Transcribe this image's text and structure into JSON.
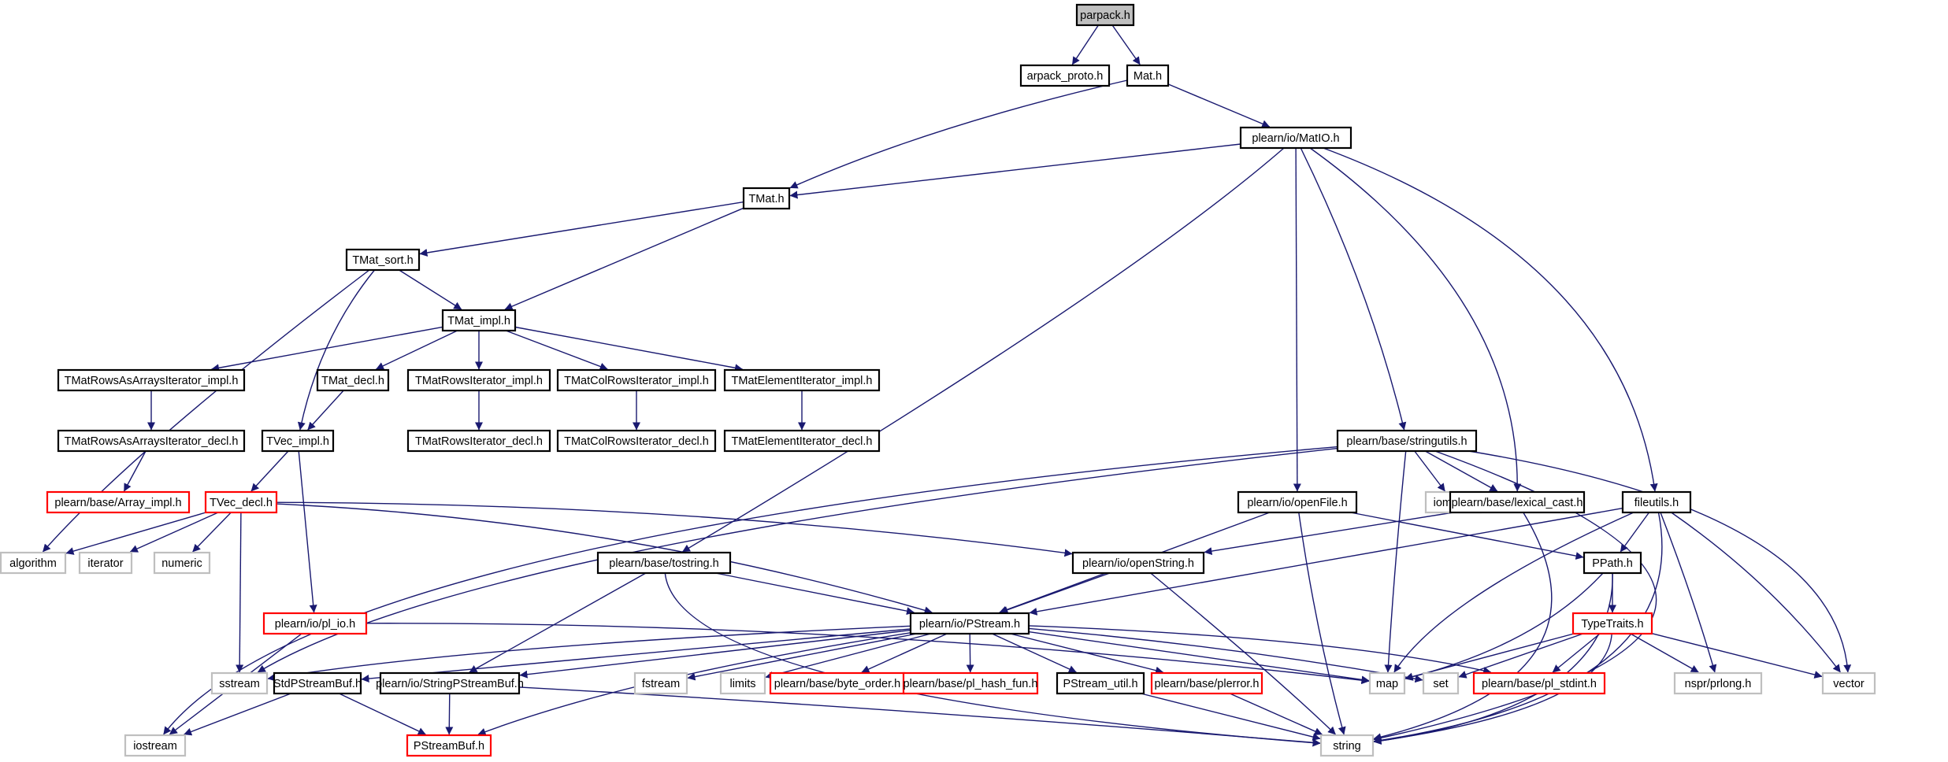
{
  "colors": {
    "edge": "#191970",
    "normal_border": "#000000",
    "missing_border": "#bfbfbf",
    "truncated_border": "#ff0000",
    "root_fill": "#bfbfbf"
  },
  "nodes": [
    {
      "id": "parpack",
      "label": "parpack.h",
      "kind": "root"
    },
    {
      "id": "arpack_proto",
      "label": "arpack_proto.h",
      "kind": "normal"
    },
    {
      "id": "mat",
      "label": "Mat.h",
      "kind": "normal"
    },
    {
      "id": "matio",
      "label": "plearn/io/MatIO.h",
      "kind": "normal"
    },
    {
      "id": "tmat",
      "label": "TMat.h",
      "kind": "normal"
    },
    {
      "id": "tmat_sort",
      "label": "TMat_sort.h",
      "kind": "normal"
    },
    {
      "id": "tmat_impl",
      "label": "TMat_impl.h",
      "kind": "normal"
    },
    {
      "id": "rowsarr_impl",
      "label": "TMatRowsAsArraysIterator_impl.h",
      "kind": "normal"
    },
    {
      "id": "tmat_decl",
      "label": "TMat_decl.h",
      "kind": "normal"
    },
    {
      "id": "rows_impl",
      "label": "TMatRowsIterator_impl.h",
      "kind": "normal"
    },
    {
      "id": "col_impl",
      "label": "TMatColRowsIterator_impl.h",
      "kind": "normal"
    },
    {
      "id": "elem_impl",
      "label": "TMatElementIterator_impl.h",
      "kind": "normal"
    },
    {
      "id": "rowsarr_decl",
      "label": "TMatRowsAsArraysIterator_decl.h",
      "kind": "normal"
    },
    {
      "id": "tvec_impl",
      "label": "TVec_impl.h",
      "kind": "normal"
    },
    {
      "id": "rows_decl",
      "label": "TMatRowsIterator_decl.h",
      "kind": "normal"
    },
    {
      "id": "col_decl",
      "label": "TMatColRowsIterator_decl.h",
      "kind": "normal"
    },
    {
      "id": "elem_decl",
      "label": "TMatElementIterator_decl.h",
      "kind": "normal"
    },
    {
      "id": "array_impl",
      "label": "plearn/base/Array_impl.h",
      "kind": "truncated"
    },
    {
      "id": "tvec_decl",
      "label": "TVec_decl.h",
      "kind": "truncated"
    },
    {
      "id": "algorithm",
      "label": "algorithm",
      "kind": "missing"
    },
    {
      "id": "iterator",
      "label": "iterator",
      "kind": "missing"
    },
    {
      "id": "numeric",
      "label": "numeric",
      "kind": "missing"
    },
    {
      "id": "pl_io",
      "label": "plearn/io/pl_io.h",
      "kind": "truncated"
    },
    {
      "id": "sstream",
      "label": "sstream",
      "kind": "missing"
    },
    {
      "id": "iostream",
      "label": "iostream",
      "kind": "missing"
    },
    {
      "id": "stringutils",
      "label": "plearn/base/stringutils.h",
      "kind": "normal"
    },
    {
      "id": "openfile",
      "label": "plearn/io/openFile.h",
      "kind": "normal"
    },
    {
      "id": "iomanip",
      "label": "iomanip",
      "kind": "missing"
    },
    {
      "id": "lexical_cast",
      "label": "plearn/base/lexical_cast.h",
      "kind": "normal"
    },
    {
      "id": "fileutils",
      "label": "fileutils.h",
      "kind": "normal"
    },
    {
      "id": "tostring",
      "label": "plearn/base/tostring.h",
      "kind": "normal"
    },
    {
      "id": "openstring",
      "label": "plearn/io/openString.h",
      "kind": "normal"
    },
    {
      "id": "ppath",
      "label": "PPath.h",
      "kind": "normal"
    },
    {
      "id": "pstream",
      "label": "plearn/io/PStream.h",
      "kind": "normal"
    },
    {
      "id": "typetraits",
      "label": "TypeTraits.h",
      "kind": "truncated"
    },
    {
      "id": "stdpsb",
      "label": "StdPStreamBuf.h",
      "kind": "normal"
    },
    {
      "id": "strpsb",
      "label": "plearn/io/StringPStreamBuf.h",
      "kind": "normal"
    },
    {
      "id": "fstream",
      "label": "fstream",
      "kind": "missing"
    },
    {
      "id": "limits",
      "label": "limits",
      "kind": "missing"
    },
    {
      "id": "byte_order",
      "label": "plearn/base/byte_order.h",
      "kind": "truncated"
    },
    {
      "id": "hash_fun",
      "label": "plearn/base/pl_hash_fun.h",
      "kind": "truncated"
    },
    {
      "id": "pstream_util",
      "label": "PStream_util.h",
      "kind": "normal"
    },
    {
      "id": "plerror",
      "label": "plearn/base/plerror.h",
      "kind": "truncated"
    },
    {
      "id": "map",
      "label": "map",
      "kind": "missing"
    },
    {
      "id": "set",
      "label": "set",
      "kind": "missing"
    },
    {
      "id": "pl_stdint",
      "label": "plearn/base/pl_stdint.h",
      "kind": "truncated"
    },
    {
      "id": "nspr",
      "label": "nspr/prlong.h",
      "kind": "missing"
    },
    {
      "id": "vector",
      "label": "vector",
      "kind": "missing"
    },
    {
      "id": "psbuf",
      "label": "PStreamBuf.h",
      "kind": "truncated"
    },
    {
      "id": "string",
      "label": "string",
      "kind": "missing"
    }
  ],
  "edges": [
    [
      "parpack",
      "arpack_proto"
    ],
    [
      "parpack",
      "mat"
    ],
    [
      "mat",
      "matio"
    ],
    [
      "mat",
      "tmat"
    ],
    [
      "matio",
      "tmat"
    ],
    [
      "matio",
      "tostring"
    ],
    [
      "matio",
      "openfile"
    ],
    [
      "matio",
      "stringutils"
    ],
    [
      "matio",
      "lexical_cast"
    ],
    [
      "matio",
      "fileutils"
    ],
    [
      "tmat",
      "tmat_sort"
    ],
    [
      "tmat",
      "tmat_impl"
    ],
    [
      "tmat_sort",
      "tmat_impl"
    ],
    [
      "tmat_sort",
      "algorithm"
    ],
    [
      "tmat_sort",
      "tvec_impl"
    ],
    [
      "tmat_impl",
      "rowsarr_impl"
    ],
    [
      "tmat_impl",
      "tmat_decl"
    ],
    [
      "tmat_impl",
      "rows_impl"
    ],
    [
      "tmat_impl",
      "col_impl"
    ],
    [
      "tmat_impl",
      "elem_impl"
    ],
    [
      "rowsarr_impl",
      "rowsarr_decl"
    ],
    [
      "rowsarr_decl",
      "array_impl"
    ],
    [
      "tmat_decl",
      "tvec_impl"
    ],
    [
      "rows_impl",
      "rows_decl"
    ],
    [
      "col_impl",
      "col_decl"
    ],
    [
      "elem_impl",
      "elem_decl"
    ],
    [
      "tvec_impl",
      "tvec_decl"
    ],
    [
      "tvec_impl",
      "pl_io"
    ],
    [
      "tvec_decl",
      "algorithm"
    ],
    [
      "tvec_decl",
      "iterator"
    ],
    [
      "tvec_decl",
      "numeric"
    ],
    [
      "tvec_decl",
      "sstream"
    ],
    [
      "tvec_decl",
      "pstream"
    ],
    [
      "tvec_decl",
      "openstring"
    ],
    [
      "pl_io",
      "iostream"
    ],
    [
      "pl_io",
      "map"
    ],
    [
      "stringutils",
      "iostream"
    ],
    [
      "stringutils",
      "sstream"
    ],
    [
      "stringutils",
      "iomanip"
    ],
    [
      "stringutils",
      "lexical_cast"
    ],
    [
      "stringutils",
      "map"
    ],
    [
      "stringutils",
      "vector"
    ],
    [
      "stringutils",
      "string"
    ],
    [
      "openfile",
      "pstream"
    ],
    [
      "openfile",
      "ppath"
    ],
    [
      "openfile",
      "string"
    ],
    [
      "lexical_cast",
      "openstring"
    ],
    [
      "lexical_cast",
      "string"
    ],
    [
      "fileutils",
      "pstream"
    ],
    [
      "fileutils",
      "ppath"
    ],
    [
      "fileutils",
      "map"
    ],
    [
      "fileutils",
      "nspr"
    ],
    [
      "fileutils",
      "vector"
    ],
    [
      "fileutils",
      "string"
    ],
    [
      "tostring",
      "pstream"
    ],
    [
      "tostring",
      "strpsb"
    ],
    [
      "tostring",
      "string"
    ],
    [
      "openstring",
      "pstream"
    ],
    [
      "openstring",
      "string"
    ],
    [
      "ppath",
      "typetraits"
    ],
    [
      "ppath",
      "map"
    ],
    [
      "ppath",
      "string"
    ],
    [
      "typetraits",
      "map"
    ],
    [
      "typetraits",
      "set"
    ],
    [
      "typetraits",
      "pl_stdint"
    ],
    [
      "typetraits",
      "nspr"
    ],
    [
      "typetraits",
      "vector"
    ],
    [
      "typetraits",
      "string"
    ],
    [
      "pstream",
      "sstream"
    ],
    [
      "pstream",
      "stdpsb"
    ],
    [
      "pstream",
      "strpsb"
    ],
    [
      "pstream",
      "fstream"
    ],
    [
      "pstream",
      "limits"
    ],
    [
      "pstream",
      "byte_order"
    ],
    [
      "pstream",
      "hash_fun"
    ],
    [
      "pstream",
      "pstream_util"
    ],
    [
      "pstream",
      "plerror"
    ],
    [
      "pstream",
      "map"
    ],
    [
      "pstream",
      "set"
    ],
    [
      "pstream",
      "pl_stdint"
    ],
    [
      "pstream",
      "psbuf"
    ],
    [
      "stdpsb",
      "iostream"
    ],
    [
      "stdpsb",
      "psbuf"
    ],
    [
      "strpsb",
      "psbuf"
    ],
    [
      "strpsb",
      "string"
    ],
    [
      "pstream_util",
      "string"
    ],
    [
      "plerror",
      "string"
    ]
  ]
}
